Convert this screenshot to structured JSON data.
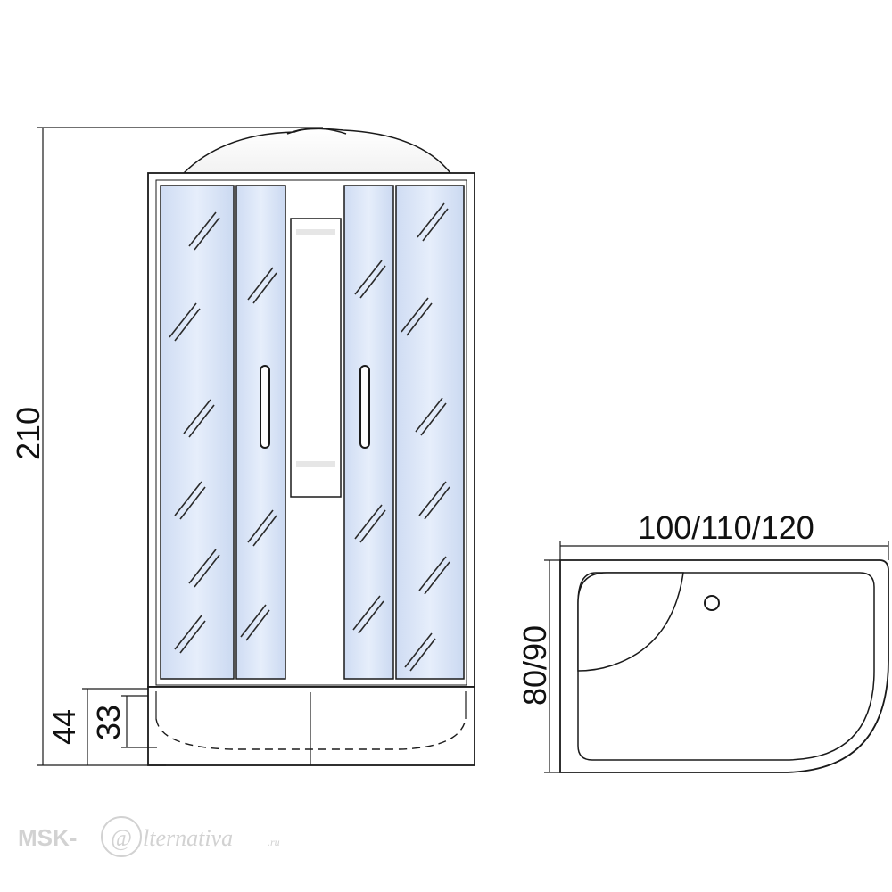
{
  "dimensions": {
    "height_total": "210",
    "tray_height": "44",
    "tray_inner_height": "33",
    "tray_width": "100/110/120",
    "tray_depth": "80/90"
  },
  "watermark": {
    "prefix": "MSK-",
    "at": "@",
    "word": "lternativa",
    "suffix": ".ru"
  },
  "colors": {
    "line": "#1a1a1a",
    "glass": "#dbe7f8",
    "glass_dark": "#c3d4ef",
    "panel_white": "#ffffff",
    "watermark": "#d2d2d2"
  }
}
